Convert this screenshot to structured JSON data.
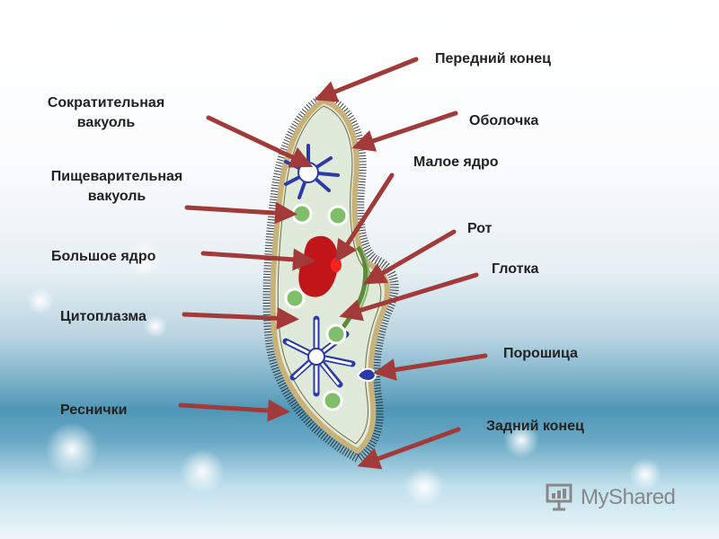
{
  "labels": {
    "anterior_end": "Передний конец",
    "membrane": "Оболочка",
    "micronucleus": "Малое ядро",
    "mouth": "Рот",
    "pharynx": "Глотка",
    "cytoproct": "Порошица",
    "posterior_end": "Задний конец",
    "contractile_vacuole_line1": "Сократительная",
    "contractile_vacuole_line2": "вакуоль",
    "digestive_vacuole_line1": "Пищеварительная",
    "digestive_vacuole_line2": "вакуоль",
    "macronucleus": "Большое ядро",
    "cytoplasm": "Цитоплазма",
    "cilia": "Реснички"
  },
  "watermark": {
    "text": "MyShared"
  },
  "colors": {
    "arrow": "#a23a3a",
    "cell_fill": "#dfeadb",
    "membrane_dots": "#c8b27a",
    "cilia": "#222222",
    "macronucleus": "#c0161a",
    "micronucleus": "#ff2020",
    "vacuole_blue": "#2a3aa8",
    "food_vacuole": "#7fbf6a"
  }
}
